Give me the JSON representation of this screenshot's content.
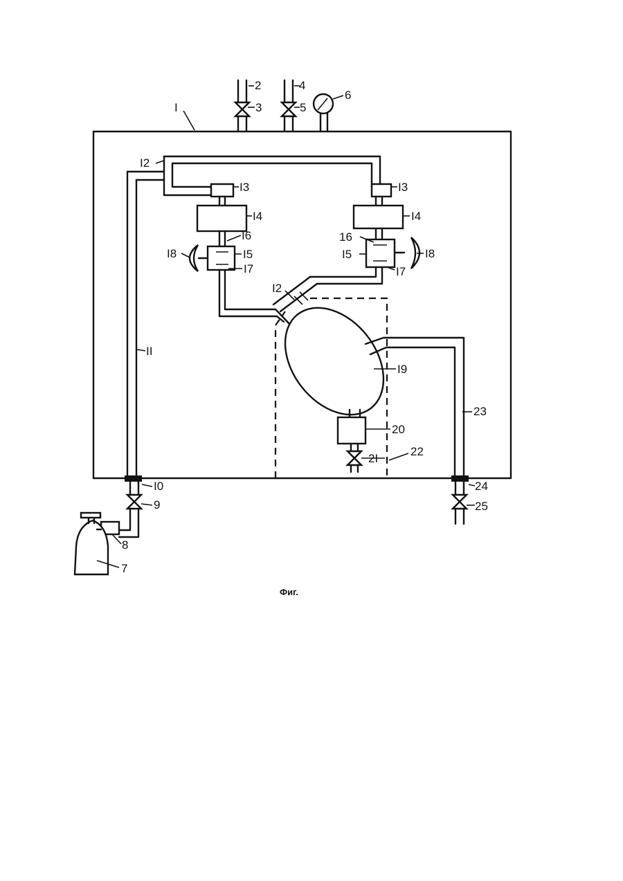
{
  "caption": "Фиг.",
  "labels": {
    "l1": "I",
    "l2": "2",
    "l3": "3",
    "l4": "4",
    "l5": "5",
    "l6": "6",
    "l7": "7",
    "l8": "8",
    "l9": "9",
    "l10": "I0",
    "l11": "II",
    "l12a": "I2",
    "l12b": "I2",
    "l13a": "I3",
    "l13b": "I3",
    "l14a": "I4",
    "l14b": "I4",
    "l15a": "I5",
    "l15b": "I5",
    "l16a": "I6",
    "l16b": "16",
    "l17a": "I7",
    "l17b": "I7",
    "l18a": "I8",
    "l18b": "I8",
    "l19": "I9",
    "l20": "20",
    "l21": "2I",
    "l22": "22",
    "l23": "23",
    "l24": "24",
    "l25": "25"
  }
}
